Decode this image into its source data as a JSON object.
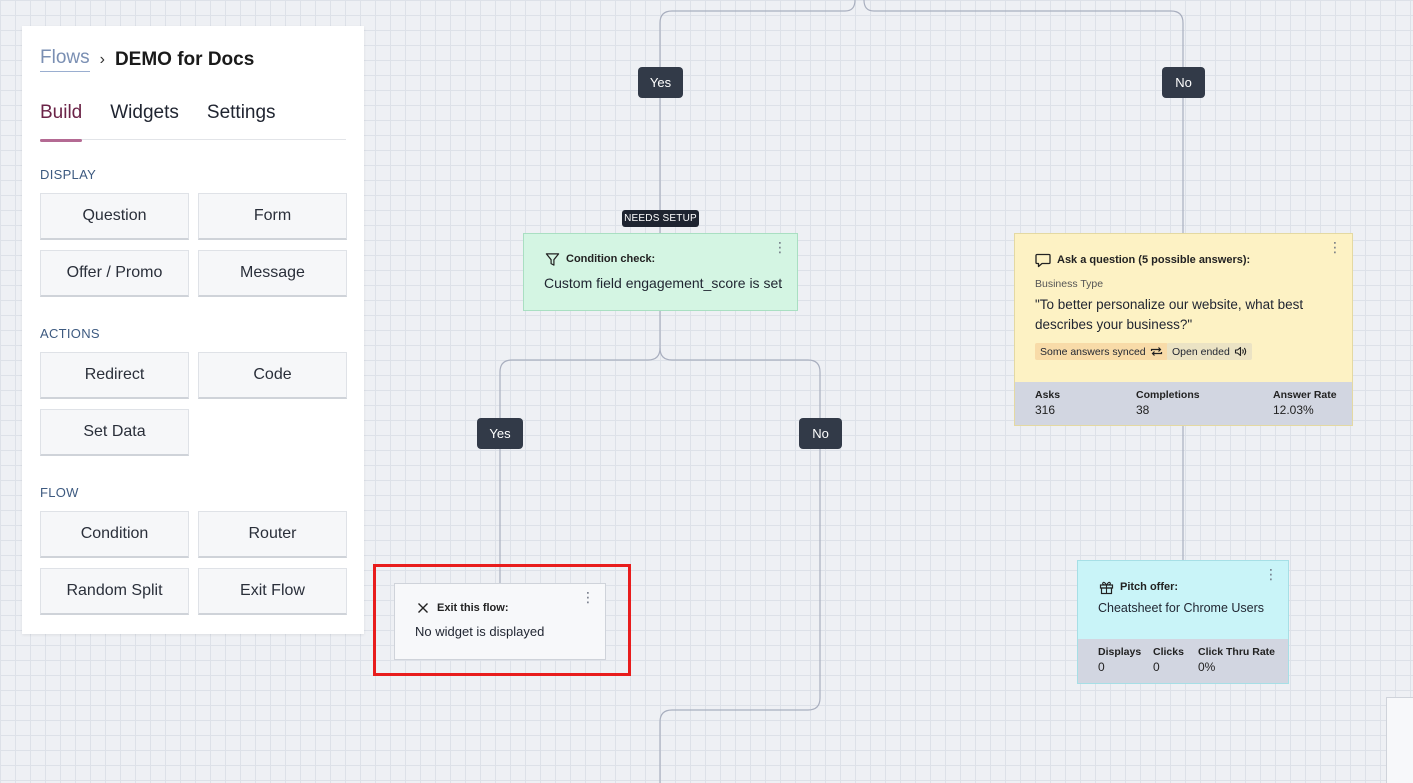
{
  "sidebar": {
    "breadcrumb": {
      "parent": "Flows",
      "current": "DEMO for Docs"
    },
    "tabs": [
      "Build",
      "Widgets",
      "Settings"
    ],
    "sections": {
      "display": {
        "title": "DISPLAY",
        "items": [
          "Question",
          "Form",
          "Offer / Promo",
          "Message"
        ]
      },
      "actions": {
        "title": "ACTIONS",
        "items": [
          "Redirect",
          "Code",
          "Set Data"
        ]
      },
      "flow": {
        "title": "FLOW",
        "items": [
          "Condition",
          "Router",
          "Random Split",
          "Exit Flow"
        ]
      }
    }
  },
  "canvas": {
    "labels": {
      "yes": "Yes",
      "no": "No",
      "needs_setup": "NEEDS SETUP"
    },
    "condition_node": {
      "title": "Condition check:",
      "text": "Custom field engagement_score is set",
      "icon": "filter-icon"
    },
    "exit_node": {
      "title": "Exit this flow:",
      "text": "No widget is displayed",
      "icon": "close-icon"
    },
    "ask_node": {
      "title": "Ask a question (5 possible answers):",
      "field": "Business Type",
      "question": "\"To better personalize our website, what best describes your business?\"",
      "chip_synced": "Some answers synced",
      "chip_open": "Open ended",
      "stats": [
        {
          "label": "Asks",
          "value": "316"
        },
        {
          "label": "Completions",
          "value": "38"
        },
        {
          "label": "Answer Rate",
          "value": "12.03%"
        }
      ],
      "icon": "speech-bubble-icon"
    },
    "pitch_node": {
      "title": "Pitch offer:",
      "text": "Cheatsheet for Chrome Users",
      "stats": [
        {
          "label": "Displays",
          "value": "0"
        },
        {
          "label": "Clicks",
          "value": "0"
        },
        {
          "label": "Click Thru Rate",
          "value": "0%"
        }
      ],
      "icon": "gift-icon"
    }
  },
  "colors": {
    "accent": "#6b2347",
    "condition_bg": "#d4f5e3",
    "question_bg": "#fdf2c4",
    "offer_bg": "#c9f4f8",
    "label_bg": "#323a48",
    "highlight": "#e81c1c"
  }
}
